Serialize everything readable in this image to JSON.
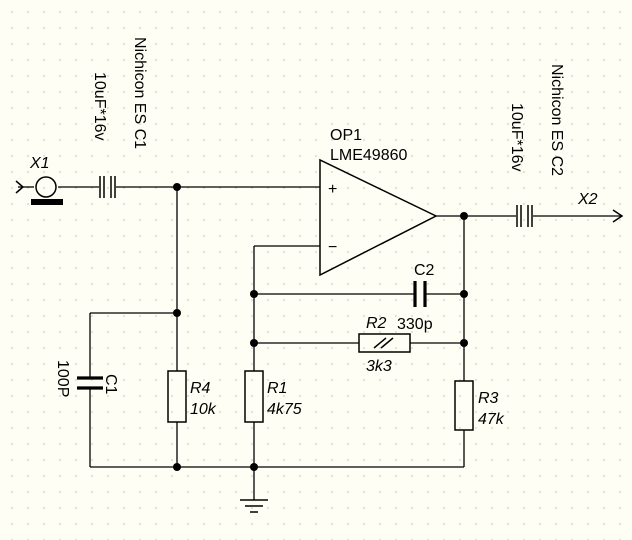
{
  "labels": {
    "x1": "X1",
    "x2": "X2",
    "op1_ref": "OP1",
    "op1_value": "LME49860",
    "op_plus": "+",
    "op_minus": "−",
    "c_in_brand": "Nichicon ES C1",
    "c_in_value": "10uF*16v",
    "c_out_brand": "Nichicon ES C2",
    "c_out_value": "10uF*16v",
    "c1_ref": "C1",
    "c1_value": "100P",
    "c2_ref": "C2",
    "c2_value": "330p",
    "r1_ref": "R1",
    "r1_value": "4k75",
    "r2_ref": "R2",
    "r2_value": "3k3",
    "r3_ref": "R3",
    "r3_value": "47k",
    "r4_ref": "R4",
    "r4_value": "10k"
  }
}
